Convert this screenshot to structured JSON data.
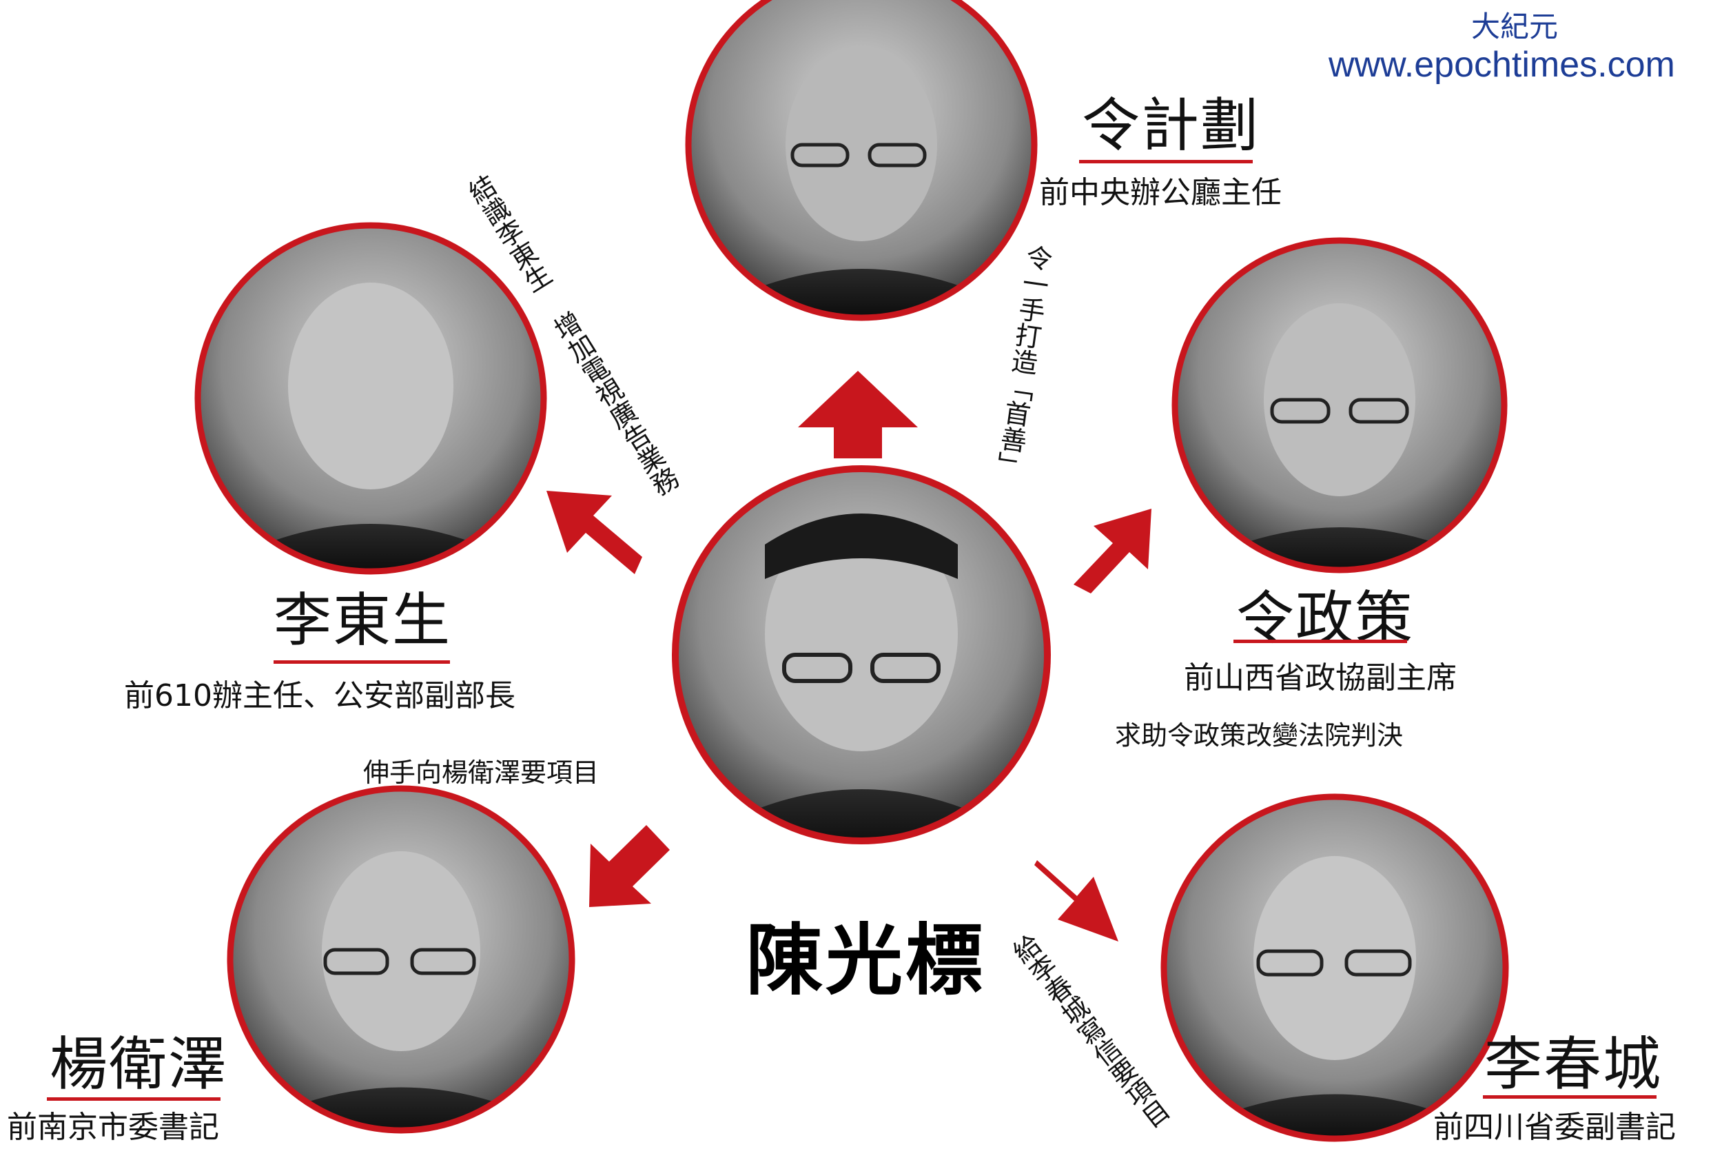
{
  "brand": {
    "chinese": "大紀元",
    "url": "www.epochtimes.com"
  },
  "colors": {
    "accent": "#c8161d",
    "brand": "#1d3d96",
    "text": "#111111"
  },
  "center": {
    "name": "陳光標"
  },
  "people": [
    {
      "id": "ling-jihua",
      "name": "令計劃",
      "title": "前中央辦公廳主任"
    },
    {
      "id": "li-dongsheng",
      "name": "李東生",
      "title": "前610辦主任、公安部副部長"
    },
    {
      "id": "ling-zhengce",
      "name": "令政策",
      "title": "前山西省政協副主席"
    },
    {
      "id": "yang-weize",
      "name": "楊衛澤",
      "title": "前南京市委書記"
    },
    {
      "id": "li-chuncheng",
      "name": "李春城",
      "title": "前四川省委副書記"
    }
  ],
  "relations": {
    "ling_jihua": "令一手打造「首善」",
    "li_dongsheng": "結識李東生  增加電視廣告業務",
    "ling_zhengce": "求助令政策改變法院判決",
    "yang_weize": "伸手向楊衛澤要項目",
    "li_chuncheng": "給李春城寫信要項目"
  }
}
